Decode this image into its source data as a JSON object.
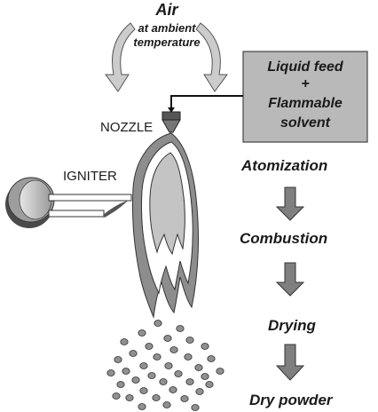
{
  "air": {
    "title": "Air",
    "subtitle_line1": "at ambient",
    "subtitle_line2": "temperature"
  },
  "feed_box": {
    "line1": "Liquid feed",
    "line2": "+",
    "line3": "Flammable",
    "line4": "solvent"
  },
  "labels": {
    "nozzle": "NOZZLE",
    "igniter": "IGNITER"
  },
  "process_steps": [
    "Atomization",
    "Combustion",
    "Drying",
    "Dry powder"
  ],
  "colors": {
    "box_fill": "#b9b9b9",
    "arrow_fill": "#7f7f7f",
    "flame_outer": "#8d8d8d",
    "flame_inner": "#c4c4c4",
    "particle": "#909090"
  }
}
